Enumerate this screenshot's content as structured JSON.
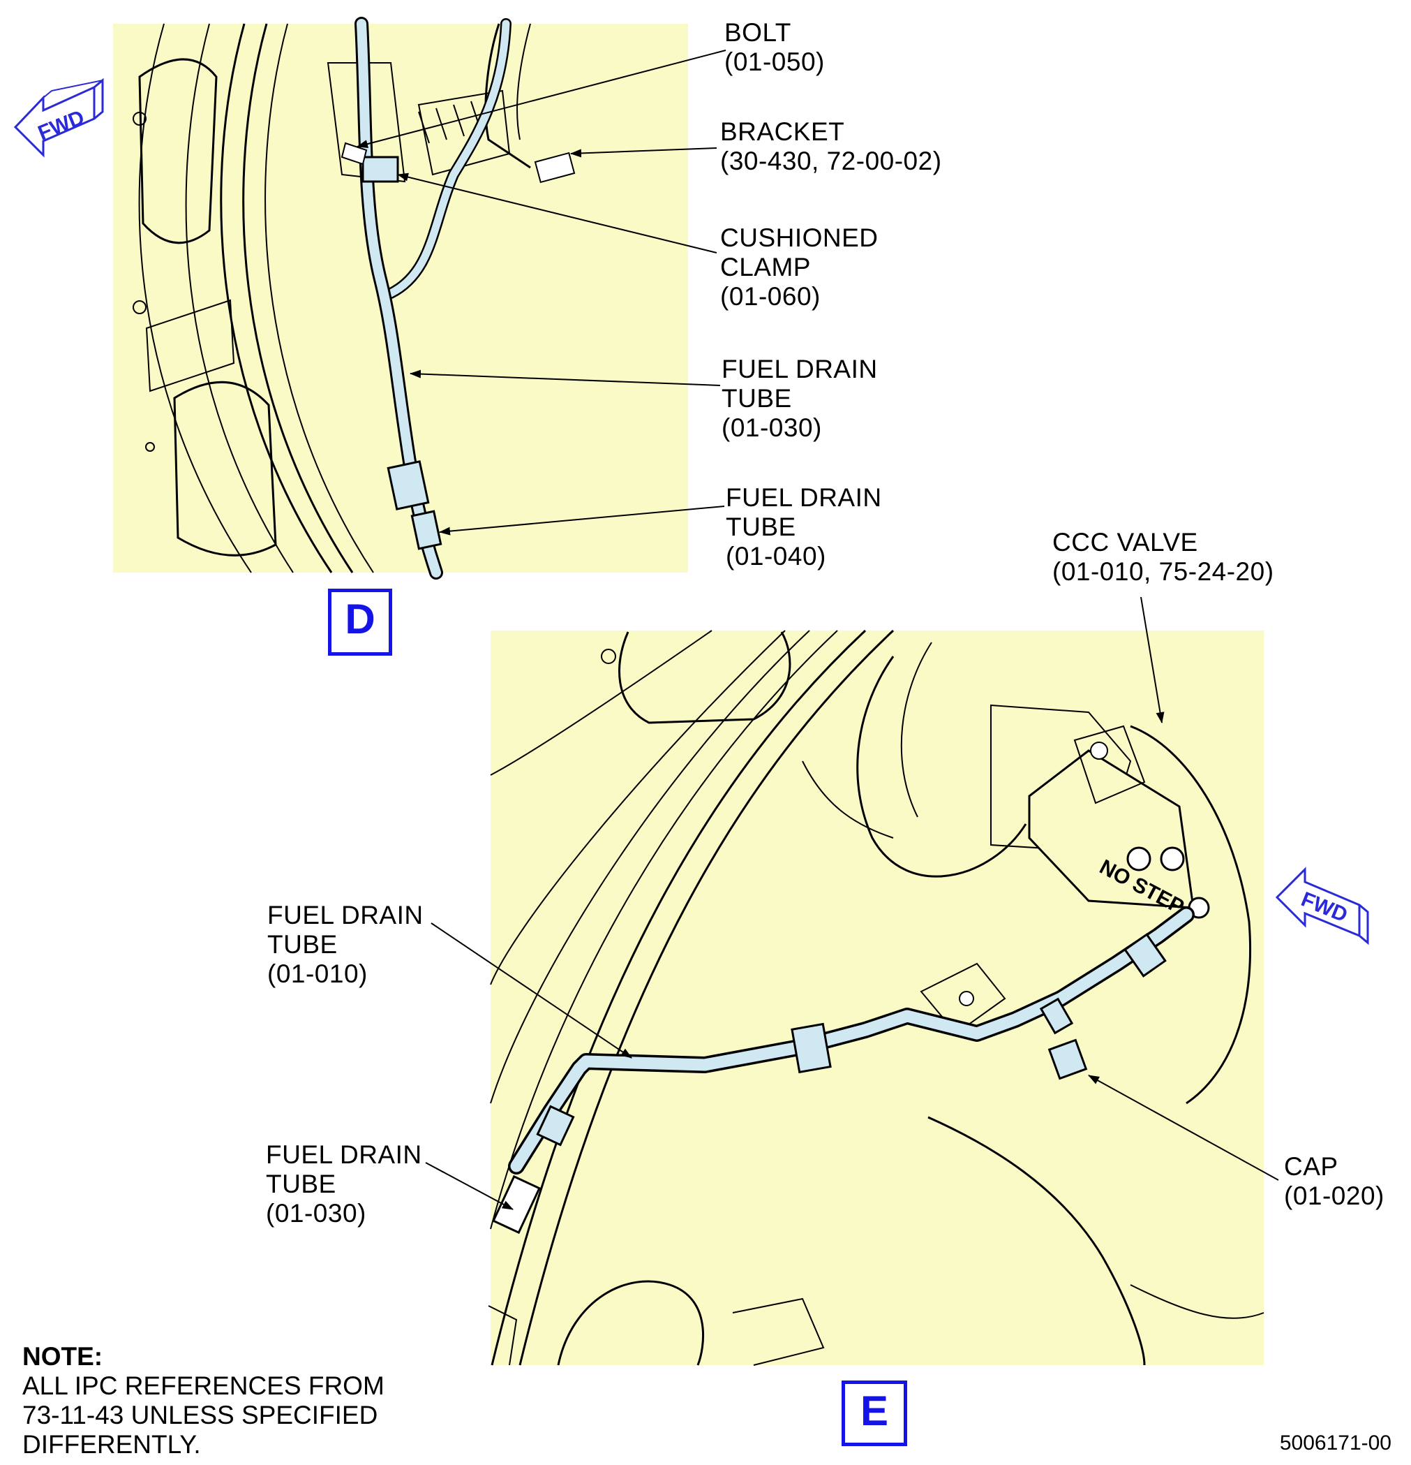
{
  "view_d": {
    "view_letter": "D",
    "fwd_indicator": "FWD",
    "callouts": [
      {
        "lines": [
          "BOLT",
          "(01-050)"
        ]
      },
      {
        "lines": [
          "BRACKET",
          "(30-430, 72-00-02)"
        ]
      },
      {
        "lines": [
          "CUSHIONED",
          "CLAMP",
          "(01-060)"
        ]
      },
      {
        "lines": [
          "FUEL DRAIN",
          "TUBE",
          "(01-030)"
        ]
      },
      {
        "lines": [
          "FUEL DRAIN",
          "TUBE",
          "(01-040)"
        ]
      }
    ]
  },
  "view_e": {
    "view_letter": "E",
    "fwd_indicator": "FWD",
    "valve_placard": "NO STEP",
    "callouts": [
      {
        "lines": [
          "CCC VALVE",
          "(01-010, 75-24-20)"
        ]
      },
      {
        "lines": [
          "FUEL DRAIN",
          "TUBE",
          "(01-010)"
        ]
      },
      {
        "lines": [
          "FUEL DRAIN",
          "TUBE",
          "(01-030)"
        ]
      },
      {
        "lines": [
          "CAP",
          "(01-020)"
        ]
      }
    ]
  },
  "note": {
    "title": "NOTE:",
    "lines": [
      "ALL IPC REFERENCES FROM",
      "73-11-43 UNLESS SPECIFIED",
      "DIFFERENTLY."
    ]
  },
  "figure_number": "5006171-00",
  "colors": {
    "background_fill": "#fafac6",
    "tube_fill": "#cfe8f2",
    "view_label": "#1414e6",
    "fwd_arrow": "#2a2ad8"
  }
}
